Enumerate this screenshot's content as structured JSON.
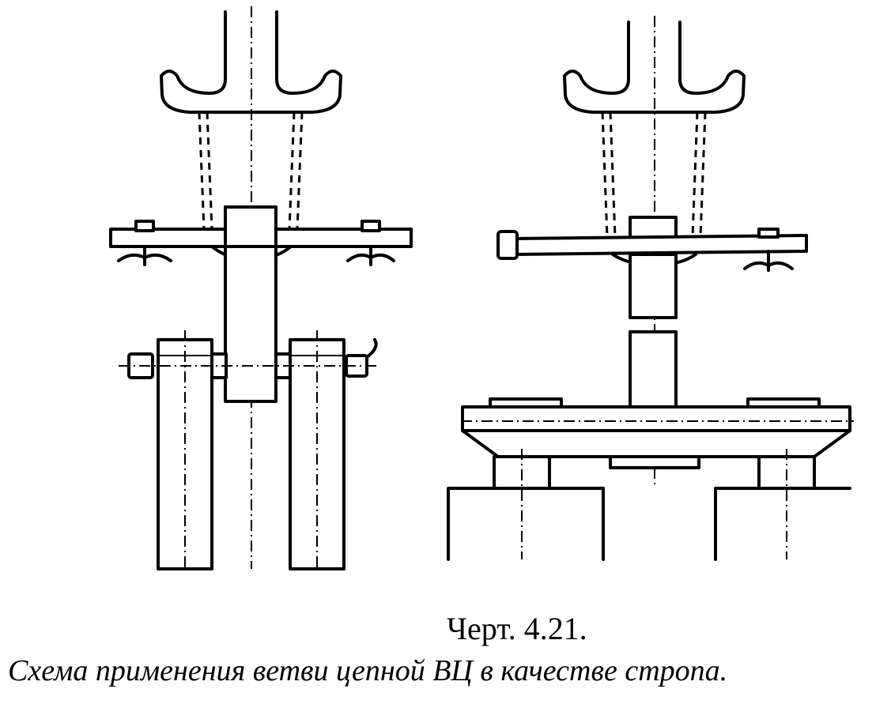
{
  "figure": {
    "number": "Черт. 4.21.",
    "title": "Схема применения ветви цепной ВЦ в качестве стропа."
  },
  "colors": {
    "line": "#000000",
    "background": "#ffffff"
  },
  "views": [
    {
      "name": "left-view",
      "parts": [
        "crane-hook",
        "chain-branch",
        "spreader-beam",
        "lifting-shaft",
        "support-columns"
      ]
    },
    {
      "name": "right-view",
      "parts": [
        "crane-hook",
        "chain-branch",
        "spreader-beam",
        "lifting-shaft",
        "base-plate",
        "support-columns"
      ]
    }
  ]
}
